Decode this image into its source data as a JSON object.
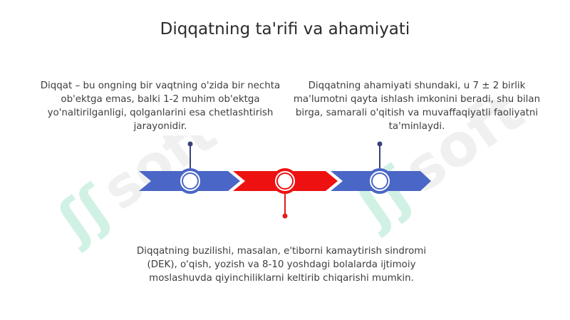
{
  "slide": {
    "title": "Diqqatning ta'rifi va ahamiyati",
    "watermark_text": "soft"
  },
  "blocks": [
    {
      "text": "Diqqat – bu ongning bir vaqtning o'zida bir nechta ob'ektga emas, balki 1-2 muhim ob'ektga yo'naltirilganligi, qolganlarini esa chetlashtirish jarayonidir."
    },
    {
      "text": "Diqqatning ahamiyati shundaki, u 7 ± 2 birlik ma'lumotni qayta ishlash imkonini beradi, shu bilan birga, samarali o'qitish va muvaffaqiyatli faoliyatni ta'minlaydi."
    },
    {
      "text": "Diqqatning buzilishi, masalan, e'tiborni kamaytirish sindromi (DEK), o'qish, yozish va 8-10 yoshdagi bolalarda ijtimoiy moslashuvda qiyinchiliklarni keltirib chiqarishi mumkin."
    }
  ],
  "colors": {
    "blue": "#4a66c6",
    "red": "#ee1111",
    "dark_connector": "#39427a",
    "red_connector": "#e21b1b",
    "watermark_green": "#34c28a",
    "watermark_gray": "#d8d8d8"
  }
}
